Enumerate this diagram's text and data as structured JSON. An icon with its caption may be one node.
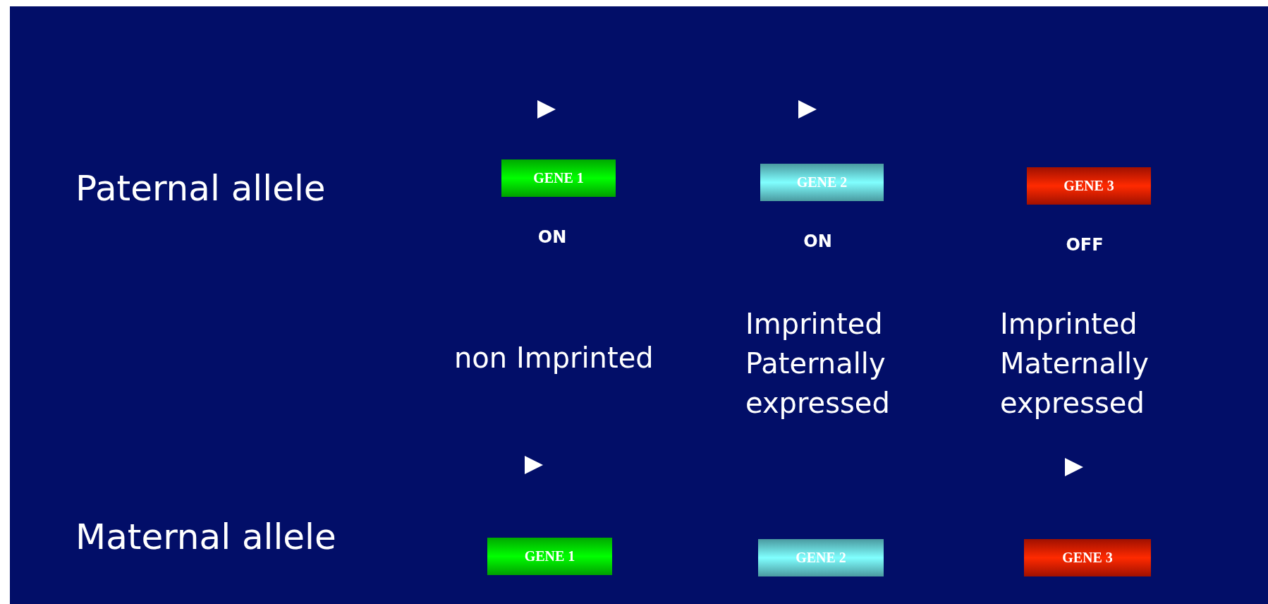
{
  "diagram": {
    "nodes": [
      {
        "text": [
          "GENE 1"
        ],
        "beside": [
          "ON"
        ]
      },
      {
        "text": [
          "GENE 2"
        ],
        "beside": [
          "ON"
        ]
      },
      {
        "text": [
          "GENE 3"
        ],
        "beside": [
          "OFF"
        ]
      },
      {
        "text": [
          "GENE 1"
        ]
      },
      {
        "text": [
          "GENE 2"
        ]
      },
      {
        "text": [
          "GENE 3"
        ]
      }
    ],
    "labels": [
      "Paternal allele",
      "non Imprinted",
      "Imprinted Paternally expressed",
      "Imprinted Maternally expressed",
      "Maternal allele"
    ]
  }
}
